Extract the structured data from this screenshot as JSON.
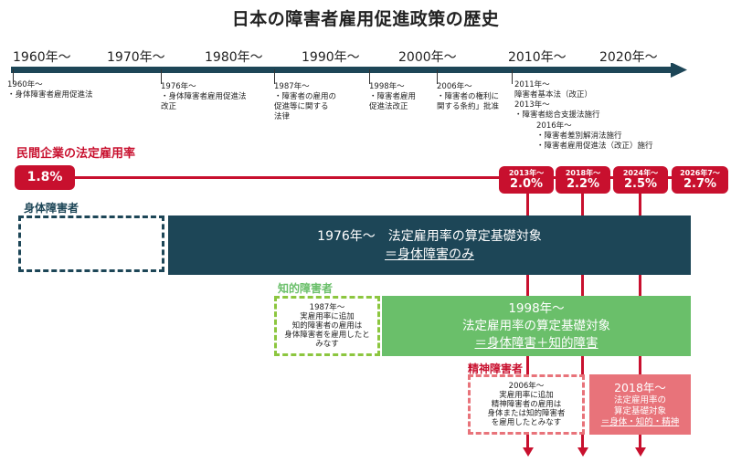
{
  "title": "日本の障害者雇用促進政策の歴史",
  "timeline": {
    "decades": [
      "1960年～",
      "1970年～",
      "1980年～",
      "1990年～",
      "2000年～",
      "2010年～",
      "2020年～"
    ]
  },
  "events": {
    "e1960": "1960年～\n・身体障害者雇用促進法",
    "e1976": "1976年～\n・身体障害者雇用促進法\n改正",
    "e1987": "1987年～\n・障害者の雇用の\n促進等に関する\n法律",
    "e1998": "1998年～\n・障害者雇用\n促進法改正",
    "e2006": "2006年～\n・障害者の権利に\n関する条約」批准",
    "e2011": "2011年～\n障害者基本法（改正）\n2013年～\n・障害者総合支援法施行",
    "e2016": "2016年～\n・障害者差別解消法施行\n・障害者雇用促進法（改正）施行"
  },
  "rate": {
    "label": "民間企業の法定雇用率",
    "base": "1.8%",
    "steps": [
      {
        "year": "2013年～",
        "rate": "2.0%"
      },
      {
        "year": "2018年～",
        "rate": "2.2%"
      },
      {
        "year": "2024年～",
        "rate": "2.5%"
      },
      {
        "year": "2026年7～",
        "rate": "2.7%"
      }
    ]
  },
  "physical": {
    "label": "身体障害者",
    "band_line1": "1976年～　法定雇用率の算定基礎対象",
    "band_line2": "＝身体障害のみ"
  },
  "intellectual": {
    "label": "知的障害者",
    "note": "1987年～\n実雇用率に追加\n知的障害者の雇用は\n身体障害者を雇用したと\nみなす",
    "band_line1": "1998年～",
    "band_line2": "法定雇用率の算定基礎対象",
    "band_line3": "＝身体障害＋知的障害"
  },
  "mental": {
    "label": "精神障害者",
    "note": "2006年～\n実雇用率に追加\n精神障害者の雇用は\n身体または知的障害者\nを雇用したとみなす",
    "band_line1": "2018年～",
    "band_line2": "法定雇用率の\n算定基礎対象",
    "band_line3": "＝身体・知的・精神"
  },
  "colors": {
    "red": "#c8102e",
    "navy": "#1d4657",
    "green": "#6abf6a",
    "green_border": "#8cc63f",
    "pink": "#e8737a",
    "timeline": "#1d4657"
  }
}
